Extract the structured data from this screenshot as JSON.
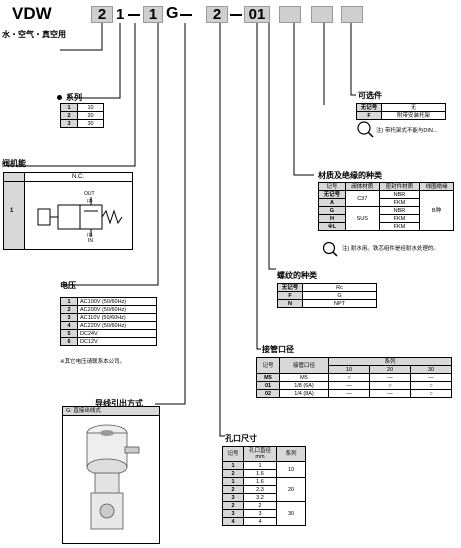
{
  "header": {
    "prefix": "VDW",
    "segments": [
      "2",
      "1",
      "1",
      "G",
      "2",
      "01"
    ],
    "blank_boxes": 3,
    "subtitle": "水・空气・真空用"
  },
  "series": {
    "title": "系列",
    "rows": [
      [
        "1",
        "10"
      ],
      [
        "2",
        "20"
      ],
      [
        "3",
        "30"
      ]
    ]
  },
  "valve_function": {
    "title": "阀机能",
    "header": "N.C.",
    "row_key": "1",
    "symbol_labels": [
      "OUT",
      "(2)",
      "(1)",
      "IN"
    ]
  },
  "voltage": {
    "title": "电压",
    "rows": [
      [
        "1",
        "AC100V (50/60Hz)"
      ],
      [
        "2",
        "AC200V (50/60Hz)"
      ],
      [
        "3",
        "AC110V (50/60Hz)"
      ],
      [
        "4",
        "AC220V (50/60Hz)"
      ],
      [
        "5",
        "DC24V"
      ],
      [
        "6",
        "DC12V"
      ]
    ],
    "note": "※其它电压请联系本公司。"
  },
  "wire_entry": {
    "title": "导线引出方式",
    "caption": "G: 直接出线式"
  },
  "orifice": {
    "title": "孔口尺寸",
    "headers": [
      "记号",
      "孔口直径 mm",
      "系列"
    ],
    "rows": [
      [
        "1",
        "1"
      ],
      [
        "2",
        "1.6"
      ],
      [
        "1",
        "1.6"
      ],
      [
        "2",
        "2.3"
      ],
      [
        "3",
        "3.2"
      ],
      [
        "2",
        "2"
      ],
      [
        "3",
        "3"
      ],
      [
        "4",
        "4"
      ]
    ],
    "series_groups": [
      "10",
      "20",
      "30"
    ]
  },
  "port": {
    "title": "接管口径",
    "headers": [
      "记号",
      "接管口径",
      "系列"
    ],
    "series_cols": [
      "10",
      "20",
      "30"
    ],
    "rows": [
      [
        "M5",
        "M5",
        "○",
        "—",
        "—"
      ],
      [
        "01",
        "1/8 (6A)",
        "—",
        "○",
        "○"
      ],
      [
        "02",
        "1/4 (8A)",
        "—",
        "—",
        "○"
      ]
    ]
  },
  "thread": {
    "title": "螺纹的种类",
    "headers": [
      "无记号",
      "Rc"
    ],
    "rows": [
      [
        "F",
        "G"
      ],
      [
        "N",
        "NPT"
      ]
    ]
  },
  "material": {
    "title": "材质及绝缘的种类",
    "headers": [
      "记号",
      "阀体材质",
      "密封件材质",
      "线圈绝缘"
    ],
    "rows": [
      [
        "无记号",
        "C37",
        "NBR",
        "B种"
      ],
      [
        "A",
        "",
        "FKM",
        ""
      ],
      [
        "G",
        "SUS",
        "NBR",
        ""
      ],
      [
        "H",
        "",
        "FKM",
        ""
      ],
      [
        "※L",
        "",
        "FKM",
        ""
      ]
    ],
    "note": "注) 耐水用。铁芯组件是经耐水处理的。"
  },
  "option": {
    "title": "可选件",
    "rows": [
      [
        "无记号",
        "无"
      ],
      [
        "F",
        "附带安装托架"
      ]
    ],
    "note": "注) 带托架式不能与DIN..."
  },
  "colors": {
    "box_fill": "#cfcfcf",
    "table_header": "#d8d8d8"
  }
}
